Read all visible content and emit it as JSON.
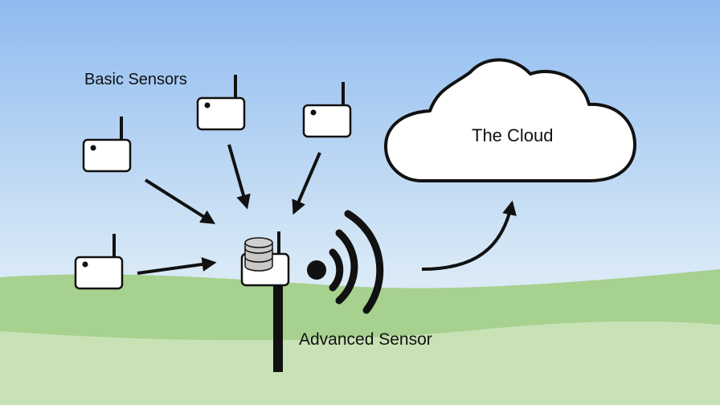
{
  "labels": {
    "basic_sensors": "Basic Sensors",
    "cloud": "The Cloud",
    "advanced_sensor": "Advanced Sensor"
  },
  "colors": {
    "sky_top": "#8fbbf0",
    "sky_bottom": "#e6f0f8",
    "hill_back": "#a7d18f",
    "hill_front": "#c8e2b6",
    "outline": "#111111",
    "sensor_fill": "#ffffff",
    "storage_fill": "#c8c8c8"
  }
}
